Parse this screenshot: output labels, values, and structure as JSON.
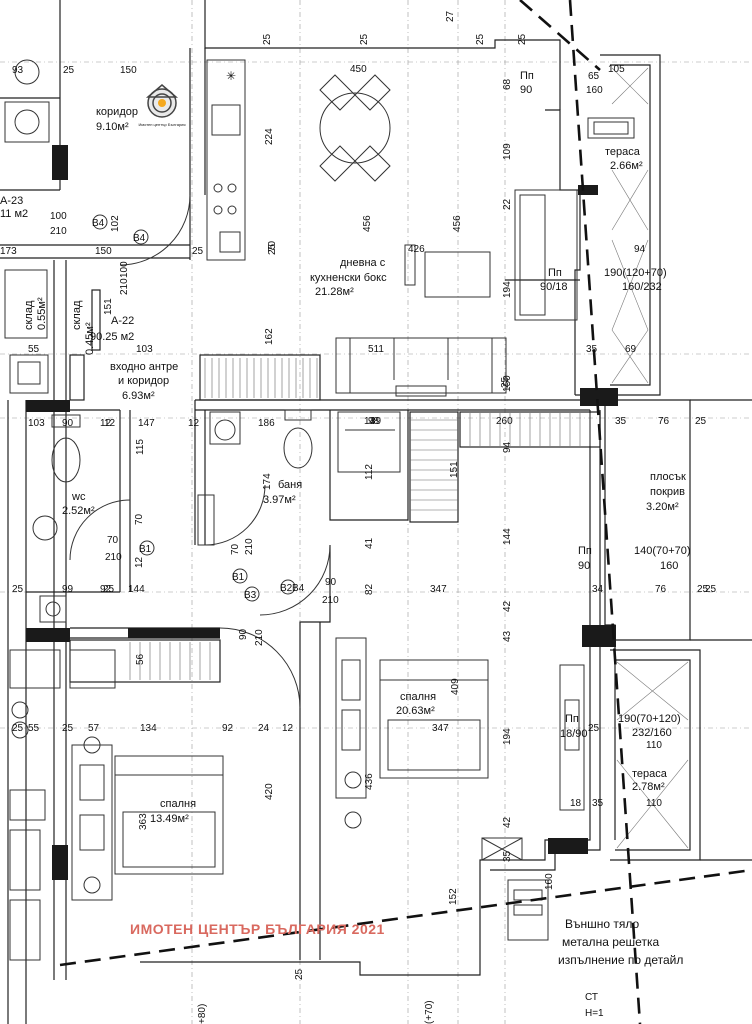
{
  "brand": {
    "logo_icon": "target-house-icon",
    "logo_text": "Имотен център България",
    "watermark": "ИМОТЕН ЦЕНТЪР БЪЛГАРИЯ 2021",
    "watermark_color": "#d9695f"
  },
  "rooms": {
    "corridor": {
      "name": "коридор",
      "area": "9.10м²"
    },
    "living": {
      "name_line1": "дневна с",
      "name_line2": "кухненски бокс",
      "area": "21.28м²"
    },
    "storage1": {
      "name": "склад",
      "area": "0.55м²"
    },
    "storage2": {
      "name": "склад",
      "area": "0.45м²"
    },
    "apartment": {
      "code": "А-22",
      "area": "90.25 м2"
    },
    "neighbor": {
      "code": "А-23",
      "area": "11 м2"
    },
    "entrance": {
      "name_line1": "входно антре",
      "name_line2": "и коридор",
      "area": "6.93м²"
    },
    "bath": {
      "name": "баня",
      "area": "3.97м²"
    },
    "wc": {
      "name": "wc",
      "area": "2.52м²"
    },
    "bedroom_big": {
      "name": "спалня",
      "area": "20.63м²"
    },
    "bedroom_small": {
      "name": "спалня",
      "area": "13.49м²"
    },
    "terrace_top": {
      "name": "тераса",
      "area": "2.66м²"
    },
    "terrace_bottom": {
      "name": "тераса",
      "area": "2.78м²"
    },
    "flat_roof": {
      "name_line1": "плосък",
      "name_line2": "покрив",
      "area": "3.20м²"
    }
  },
  "door_labels": {
    "b4_a": "В4",
    "b4_b": "В4",
    "b1_a": "В1",
    "b1_b": "В1",
    "b2": "В2",
    "b3": "В3",
    "b4_c": "В4"
  },
  "windows": {
    "pn_top": {
      "label": "Пп",
      "value": "90"
    },
    "pn_living": {
      "label": "Пп",
      "value": "90/18"
    },
    "pn_bed": {
      "label": "Пп",
      "value": "90"
    },
    "pn_bed2": {
      "label": "Пп",
      "value": "18/90"
    },
    "terrace_top_size": {
      "line1": "190(120+70)",
      "line2": "160/232"
    },
    "roof_size": {
      "line1": "140(70+70)",
      "line2": "160"
    },
    "terrace_bottom_size": {
      "line1": "190(70+120)",
      "line2": "232/160"
    }
  },
  "notes": {
    "line1": "Външно тяло",
    "line2": "метална решетка",
    "line3": "изпълнение по детайл"
  },
  "dimensions": [
    {
      "t": "25"
    },
    {
      "t": "25"
    },
    {
      "t": "27"
    },
    {
      "t": "25"
    },
    {
      "t": "25"
    },
    {
      "t": "93"
    },
    {
      "t": "25"
    },
    {
      "t": "150"
    },
    {
      "t": "450"
    },
    {
      "t": "65"
    },
    {
      "t": "105"
    },
    {
      "t": "160"
    },
    {
      "t": "68"
    },
    {
      "t": "224"
    },
    {
      "t": "109"
    },
    {
      "t": "100"
    },
    {
      "t": "210"
    },
    {
      "t": "102"
    },
    {
      "t": "456"
    },
    {
      "t": "456"
    },
    {
      "t": "22"
    },
    {
      "t": "173"
    },
    {
      "t": "25"
    },
    {
      "t": "150"
    },
    {
      "t": "25"
    },
    {
      "t": "70"
    },
    {
      "t": "426"
    },
    {
      "t": "94"
    },
    {
      "t": "100"
    },
    {
      "t": "210"
    },
    {
      "t": "151"
    },
    {
      "t": "194"
    },
    {
      "t": "162"
    },
    {
      "t": "55"
    },
    {
      "t": "103"
    },
    {
      "t": "511"
    },
    {
      "t": "35"
    },
    {
      "t": "69"
    },
    {
      "t": "25"
    },
    {
      "t": "150"
    },
    {
      "t": "12"
    },
    {
      "t": "90"
    },
    {
      "t": "12"
    },
    {
      "t": "147"
    },
    {
      "t": "103"
    },
    {
      "t": "12"
    },
    {
      "t": "186"
    },
    {
      "t": "14"
    },
    {
      "t": "39"
    },
    {
      "t": "98"
    },
    {
      "t": "260"
    },
    {
      "t": "35"
    },
    {
      "t": "76"
    },
    {
      "t": "25"
    },
    {
      "t": "115"
    },
    {
      "t": "174"
    },
    {
      "t": "112"
    },
    {
      "t": "151"
    },
    {
      "t": "94"
    },
    {
      "t": "70"
    },
    {
      "t": "144"
    },
    {
      "t": "70"
    },
    {
      "t": "210"
    },
    {
      "t": "70"
    },
    {
      "t": "210"
    },
    {
      "t": "41"
    },
    {
      "t": "12"
    },
    {
      "t": "90"
    },
    {
      "t": "210"
    },
    {
      "t": "82"
    },
    {
      "t": "347"
    },
    {
      "t": "34"
    },
    {
      "t": "25"
    },
    {
      "t": "76"
    },
    {
      "t": "25"
    },
    {
      "t": "25"
    },
    {
      "t": "99"
    },
    {
      "t": "25"
    },
    {
      "t": "144"
    },
    {
      "t": "92"
    },
    {
      "t": "42"
    },
    {
      "t": "90"
    },
    {
      "t": "210"
    },
    {
      "t": "43"
    },
    {
      "t": "56"
    },
    {
      "t": "409"
    },
    {
      "t": "25"
    },
    {
      "t": "55"
    },
    {
      "t": "25"
    },
    {
      "t": "57"
    },
    {
      "t": "134"
    },
    {
      "t": "92"
    },
    {
      "t": "24"
    },
    {
      "t": "12"
    },
    {
      "t": "347"
    },
    {
      "t": "194"
    },
    {
      "t": "25"
    },
    {
      "t": "110"
    },
    {
      "t": "420"
    },
    {
      "t": "363"
    },
    {
      "t": "436"
    },
    {
      "t": "42"
    },
    {
      "t": "18"
    },
    {
      "t": "35"
    },
    {
      "t": "110"
    },
    {
      "t": "35"
    },
    {
      "t": "160"
    },
    {
      "t": "152"
    },
    {
      "t": "25"
    },
    {
      "t": "+80)"
    },
    {
      "t": "(+70)"
    },
    {
      "t": "СТ"
    },
    {
      "t": "Н=1"
    }
  ]
}
